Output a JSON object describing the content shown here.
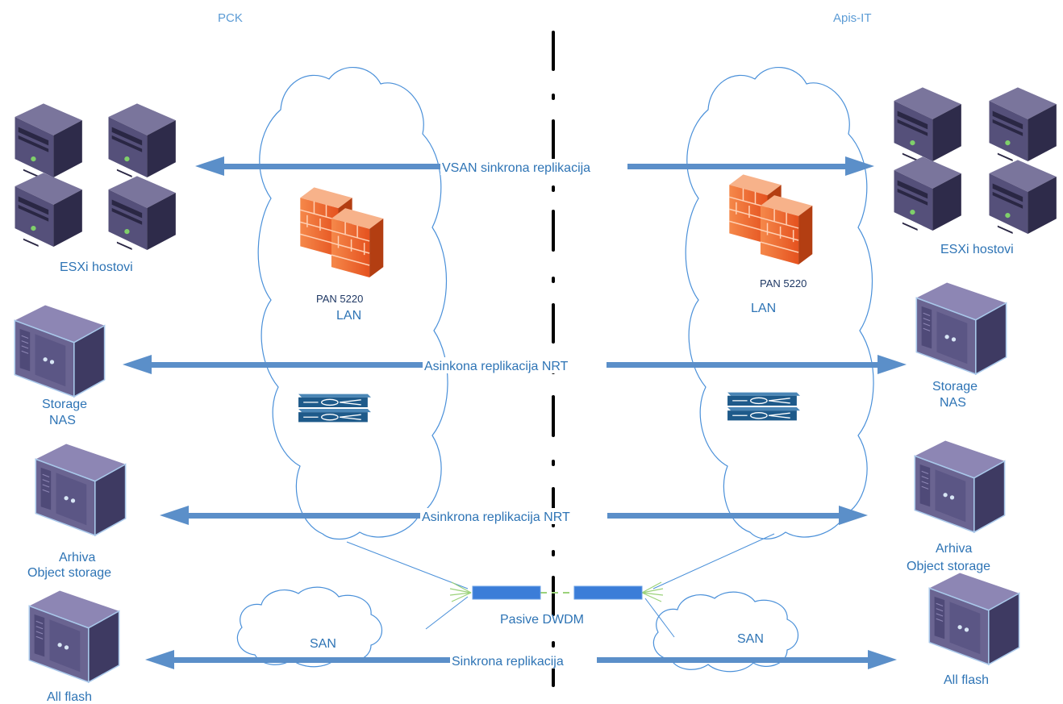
{
  "sites": {
    "left": "PCK",
    "right": "Apis-IT"
  },
  "left": {
    "esxi_label": "ESXi hostovi",
    "storage_nas_label": [
      "Storage",
      "NAS"
    ],
    "archive_label": [
      "Arhiva",
      "Object storage"
    ],
    "allflash_label": "All flash",
    "firewall_label": "PAN 5220",
    "lan_label": "LAN",
    "san_label": "SAN"
  },
  "right": {
    "esxi_label": "ESXi hostovi",
    "storage_nas_label": [
      "Storage",
      "NAS"
    ],
    "archive_label": [
      "Arhiva",
      "Object storage"
    ],
    "allflash_label": "All flash",
    "firewall_label": "PAN 5220",
    "lan_label": "LAN",
    "san_label": "SAN"
  },
  "links": {
    "vsan": "VSAN sinkrona replikacija",
    "nas": "Asinkona replikacija NRT",
    "archive": "Asinkrona replikacija NRT",
    "allflash": "Sinkrona replikacija",
    "dwdm": "Pasive DWDM"
  },
  "icons": {
    "server": "tower-server-icon",
    "storage": "storage-cabinet-icon",
    "firewall": "firewall-icon",
    "switch": "network-switch-icon",
    "cloud": "cloud-icon"
  },
  "colors": {
    "arrow": "#5b8fc9",
    "label": "#2e74b5",
    "firewall": "#f26a2a",
    "server": "#3b3b66",
    "cloud_stroke": "#4a90d9",
    "switch": "#1e5a8a",
    "dwdm_bar": "#3b7dd8",
    "fiber": "#9bd27a"
  }
}
